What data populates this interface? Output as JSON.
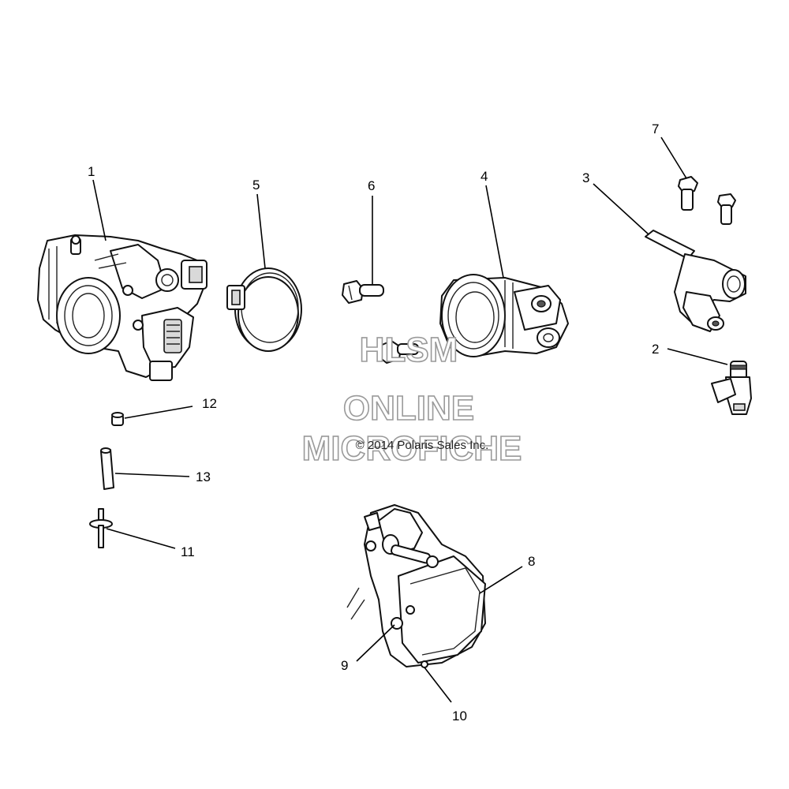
{
  "callouts": {
    "c1": "1",
    "c2": "2",
    "c3": "3",
    "c4": "4",
    "c5": "5",
    "c6": "6",
    "c7": "7",
    "c8": "8",
    "c9": "9",
    "c10": "10",
    "c11": "11",
    "c12": "12",
    "c13": "13"
  },
  "watermark": {
    "line1": "HLSM",
    "line2": "ONLINE",
    "line3": "MICROFICHE",
    "copyright": "© 2014 Polaris Sales Inc."
  }
}
